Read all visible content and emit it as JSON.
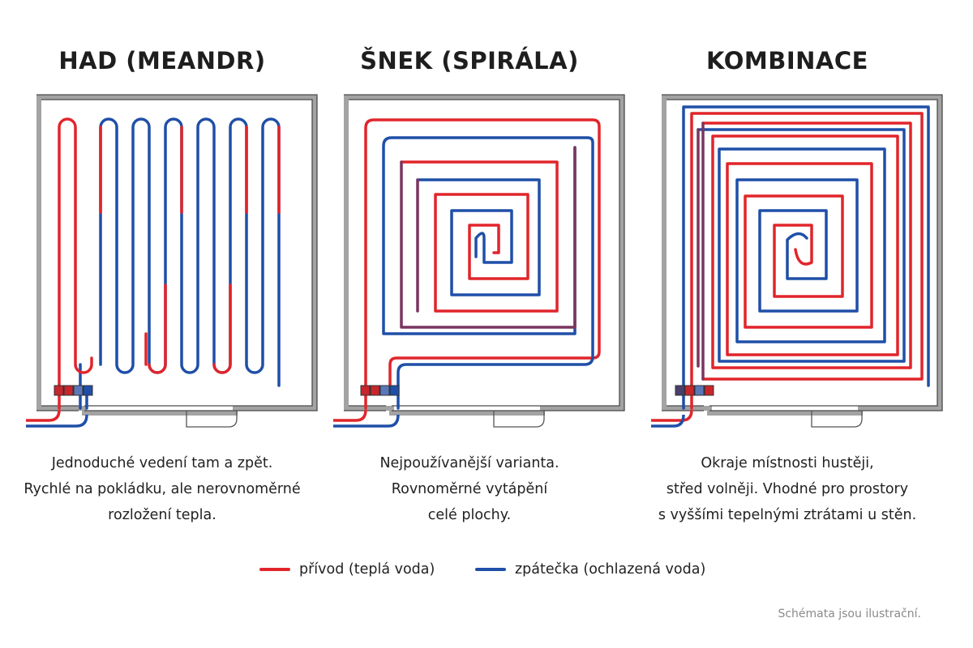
{
  "colors": {
    "supply": "#e1252b",
    "return": "#1f4fa8",
    "wall": "#a3a3a3",
    "wall_outline": "#4a4a4a"
  },
  "panels": [
    {
      "title": "HAD (MEANDR)",
      "pattern": "serpentine",
      "description": [
        "Jednoduché vedení tam a zpět.",
        "Rychlé na pokládku, ale nerovnoměrné",
        "rozložení tepla."
      ]
    },
    {
      "title": "ŠNEK (SPIRÁLA)",
      "pattern": "spiral",
      "description": [
        "Nejpoužívanější varianta.",
        "Rovnoměrné vytápění",
        "celé plochy."
      ]
    },
    {
      "title": "KOMBINACE",
      "pattern": "combination",
      "description": [
        "Okraje místnosti hustěji,",
        "střed volněji. Vhodné pro prostory",
        "s vyššími tepelnými ztrátami u stěn."
      ]
    }
  ],
  "legend": {
    "supply_label": "přívod (teplá voda)",
    "return_label": "zpátečka (ochlazená voda)"
  },
  "note": "Schémata jsou ilustrační."
}
